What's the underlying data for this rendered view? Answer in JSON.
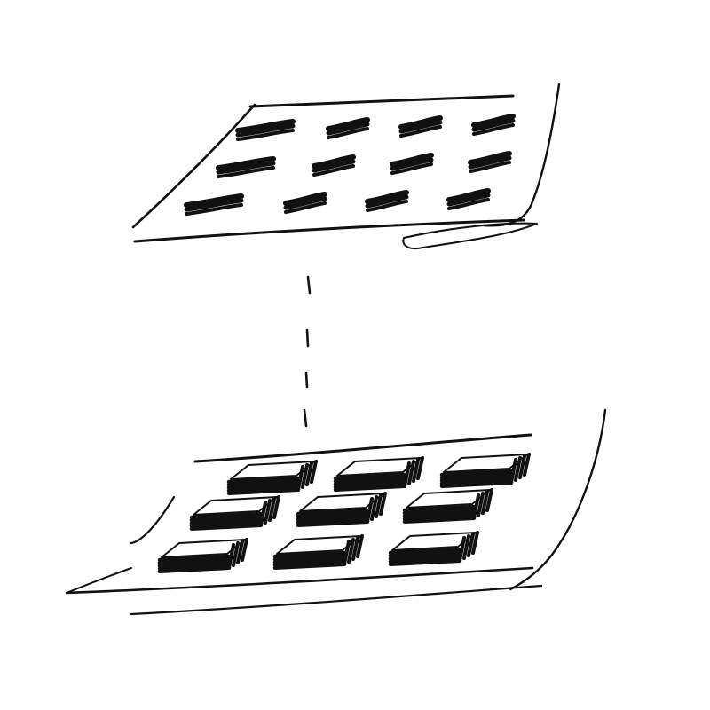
{
  "ink_color": "#111111",
  "paper_color": "#ffffff",
  "diagram": {
    "upper_layer": {
      "mark_count": 12,
      "rows": 3,
      "columns": 4
    },
    "lower_layer": {
      "block_count": 9,
      "rows": 3,
      "columns": 3
    },
    "connector": {
      "style": "dashed"
    }
  }
}
